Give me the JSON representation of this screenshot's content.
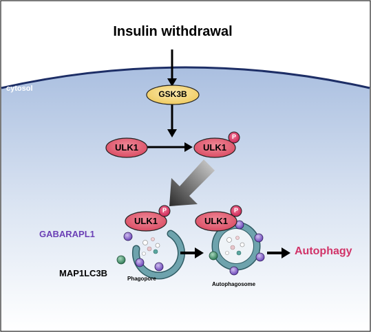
{
  "header": {
    "title": "Insulin withdrawal"
  },
  "compartment": {
    "label": "cytosol"
  },
  "nodes": {
    "gsk3b": "GSK3B",
    "ulk1_a": "ULK1",
    "ulk1_b": "ULK1",
    "ulk1_c": "ULK1",
    "ulk1_d": "ULK1"
  },
  "phospho": {
    "p1": "P",
    "p2": "P",
    "p3": "P"
  },
  "labels": {
    "gabarapl1": "GABARAPL1",
    "map1lc3b": "MAP1LC3B",
    "phagopore": "Phagopore",
    "autophagosome": "Autophagosome",
    "autophagy": "Autophagy"
  },
  "colors": {
    "ulk1_fill": "#e0566b",
    "gsk3b_fill": "#f2d77a",
    "phospho_fill": "#d62e5e",
    "membrane": "#6ea3ad",
    "gabarapl1_dot": "#7d5ac8",
    "map1lc3b_dot": "#3e8f6a",
    "gabarapl1_text": "#6a3fb5",
    "autophagy_text": "#d13368",
    "membrane_line": "#1d2e66",
    "cytosol_top": "#aabfe0"
  }
}
